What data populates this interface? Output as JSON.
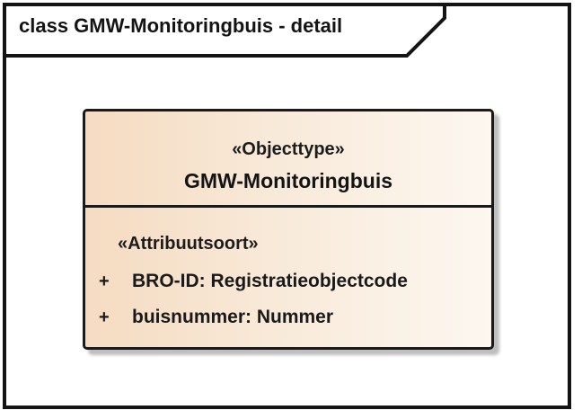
{
  "frame": {
    "title": "class GMW-Monitoringbuis - detail"
  },
  "class_box": {
    "stereotype": "«Objecttype»",
    "name": "GMW-Monitoringbuis",
    "attributes_header": "«Attribuutsoort»",
    "attributes": [
      {
        "visibility": "+",
        "text": "BRO-ID: Registratieobjectcode"
      },
      {
        "visibility": "+",
        "text": "buisnummer: Nummer"
      }
    ]
  },
  "colors": {
    "frame_border": "#141414",
    "box_border": "#1a1a1a",
    "box_fill_left": "#f5dbc1",
    "box_fill_right": "#fdf7f0",
    "box_shadow": "#6e6e6e",
    "text": "#1a1a1a",
    "background": "#ffffff"
  }
}
